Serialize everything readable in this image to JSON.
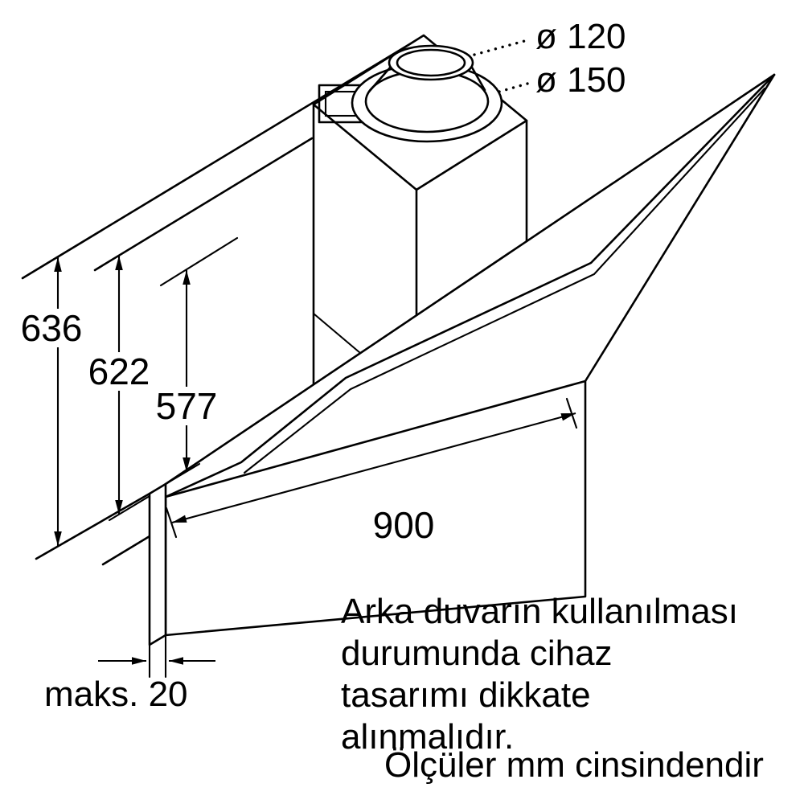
{
  "diagram": {
    "labels": {
      "d120": "ø 120",
      "d150": "ø 150",
      "h636": "636",
      "h622": "622",
      "h577": "577",
      "w900": "900",
      "gap": "maks. 20"
    },
    "note": [
      "Arka duvarın kullanılması",
      "durumunda cihaz",
      "tasarımı dikkate",
      "alınmalıdır."
    ],
    "units_note": "Ölçüler mm cinsindendir",
    "colors": {
      "line": "#000000",
      "background": "#ffffff"
    }
  }
}
